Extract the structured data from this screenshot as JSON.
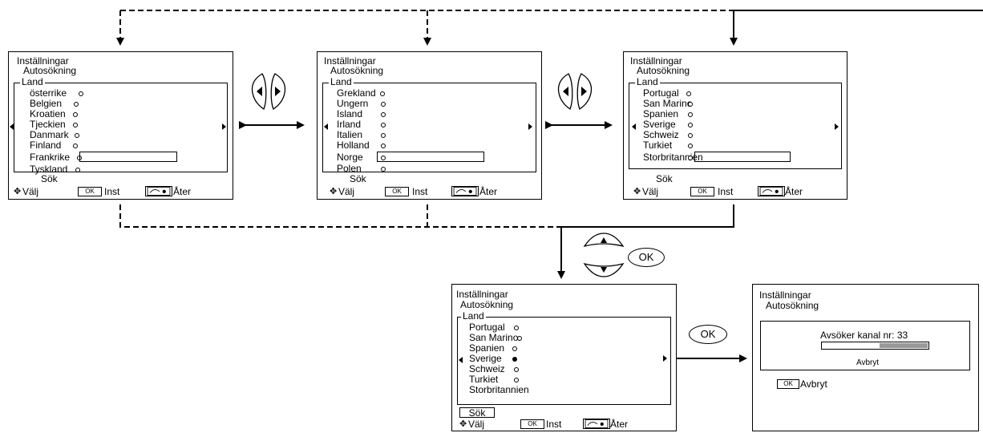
{
  "screens": [
    {
      "title": "Inställningar",
      "subtitle": "Autosökning",
      "group_label": "Land",
      "countries": [
        "österrike",
        "Belgien",
        "Kroatien",
        "Tjeckien",
        "Danmark",
        "Finland",
        "Frankrike",
        "Tyskland"
      ],
      "highlight_index": 6,
      "search_label": "Sök",
      "footer": {
        "select": "Välj",
        "ok": "OK",
        "set": "Inst",
        "back": "Åter"
      }
    },
    {
      "title": "Inställningar",
      "subtitle": "Autosökning",
      "group_label": "Land",
      "countries": [
        "Grekland",
        "Ungern",
        "Island",
        "Irland",
        "Italien",
        "Holland",
        "Norge",
        "Polen"
      ],
      "highlight_index": 6,
      "search_label": "Sök",
      "footer": {
        "select": "Välj",
        "ok": "OK",
        "set": "Inst",
        "back": "Åter"
      }
    },
    {
      "title": "Inställningar",
      "subtitle": "Autosökning",
      "group_label": "Land",
      "countries": [
        "Portugal",
        "San Marino",
        "Spanien",
        "Sverige",
        "Schweiz",
        "Turkiet",
        "Storbritannien"
      ],
      "highlight_index": 6,
      "search_label": "Sök",
      "footer": {
        "select": "Välj",
        "ok": "OK",
        "set": "Inst",
        "back": "Åter"
      }
    },
    {
      "title": "Inställningar",
      "subtitle": "Autosökning",
      "group_label": "Land",
      "countries": [
        "Portugal",
        "San Marino",
        "Spanien",
        "Sverige",
        "Schweiz",
        "Turkiet",
        "Storbritannien"
      ],
      "selected_index": 3,
      "search_label": "Sök",
      "footer": {
        "select": "Välj",
        "ok": "OK",
        "set": "Inst",
        "back": "Åter"
      }
    }
  ],
  "scan_screen": {
    "title": "Inställningar",
    "subtitle": "Autosökning",
    "status_label": "Avsöker kanal nr: 33",
    "progress": 0.45,
    "cancel_label": "Avbryt",
    "ok": "OK",
    "ok_action": "Avbryt"
  },
  "remote_buttons": {
    "ok_label": "OK"
  }
}
